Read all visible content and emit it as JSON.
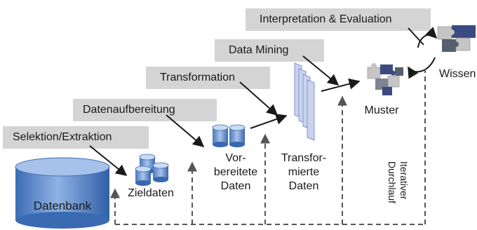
{
  "steps": {
    "selektion": "Selektion/Extraktion",
    "aufbereitung": "Datenaufbereitung",
    "transformation": "Transformation",
    "mining": "Data Mining",
    "interpretation": "Interpretation & Evaluation"
  },
  "nodes": {
    "datenbank": "Datenbank",
    "zieldaten": "Zieldaten",
    "vorbereitet": [
      "Vor-",
      "bereitete",
      "Daten"
    ],
    "transformiert": [
      "Transfor-",
      "mierte",
      "Daten"
    ],
    "muster": "Muster",
    "wissen": "Wissen"
  },
  "loop": [
    "Iterativer",
    "Durchlauf"
  ],
  "colors": {
    "box": "#d4d4d4",
    "cylinder": "#4e7fc4",
    "cylinder_light": "#9dbbe6",
    "layers": "#b8c4e6",
    "dashed": "#555555",
    "puzzle_dark": "#3b4a80",
    "puzzle_mid": "#7c8591",
    "puzzle_light": "#c5c5c5"
  },
  "icons": [
    "cylinder-icon",
    "stacked-layers-icon",
    "puzzle-icon",
    "arrow-icon"
  ]
}
